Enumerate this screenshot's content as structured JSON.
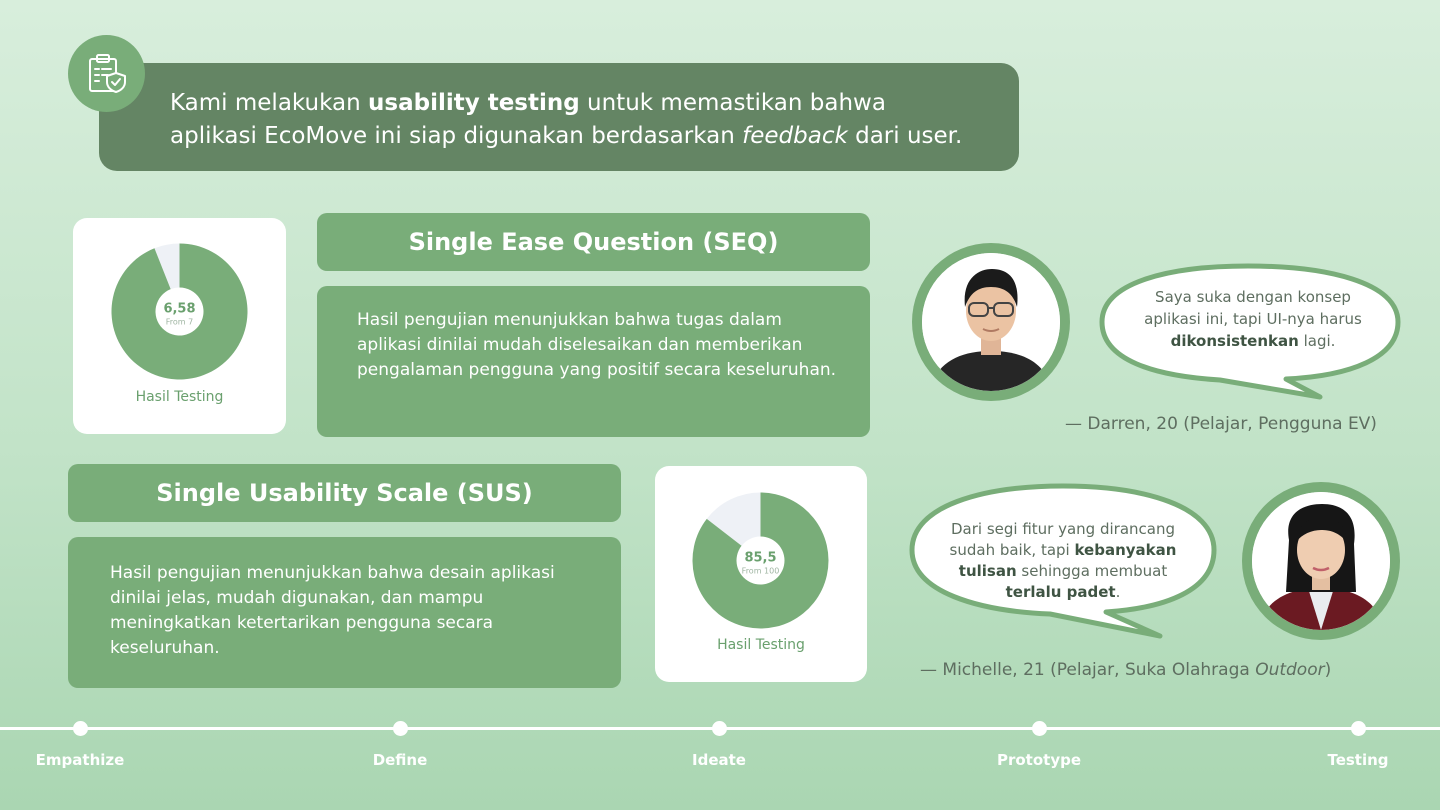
{
  "header": {
    "line1_pre": "Kami melakukan ",
    "line1_bold": "usability testing",
    "line1_post": " untuk memastikan bahwa",
    "line2_pre": "aplikasi EcoMove ini siap digunakan berdasarkan ",
    "line2_italic": "feedback",
    "line2_post": " dari user.",
    "icon": "clipboard-shield-icon"
  },
  "seq": {
    "title": "Single Ease Question (SEQ)",
    "description": "Hasil pengujian menunjukkan bahwa tugas dalam aplikasi dinilai mudah diselesaikan dan memberikan pengalaman pengguna yang positif secara keseluruhan.",
    "score": "6,58",
    "score_value": 6.58,
    "score_max": 7,
    "score_sub": "From 7",
    "label": "Hasil Testing"
  },
  "sus": {
    "title": "Single Usability Scale (SUS)",
    "description": "Hasil pengujian menunjukkan bahwa desain aplikasi dinilai jelas, mudah digunakan, dan mampu meningkatkan ketertarikan pengguna secara keseluruhan.",
    "score": "85,5",
    "score_value": 85.5,
    "score_max": 100,
    "score_sub": "From 100",
    "label": "Hasil Testing"
  },
  "testimonials": [
    {
      "seg1": "Saya suka dengan konsep aplikasi ini, tapi UI-nya harus ",
      "seg1_bold": "dikonsistenkan",
      "seg1_end": " lagi.",
      "author": "— Darren, 20 (Pelajar, Pengguna EV)"
    },
    {
      "seg1": "Dari segi fitur yang dirancang sudah baik, tapi ",
      "seg1_bold": "kebanyakan tulisan",
      "seg2": " sehingga membuat ",
      "seg2_bold": "terlalu padet",
      "seg2_end": ".",
      "author_pre": "— Michelle, 21 (Pelajar, Suka Olahraga ",
      "author_italic": "Outdoor",
      "author_post": ")"
    }
  ],
  "timeline": [
    "Empathize",
    "Define",
    "Ideate",
    "Prototype",
    "Testing"
  ],
  "colors": {
    "accent": "#79ad79",
    "banner": "#648564",
    "donut_remainder": "#eef1f6"
  }
}
